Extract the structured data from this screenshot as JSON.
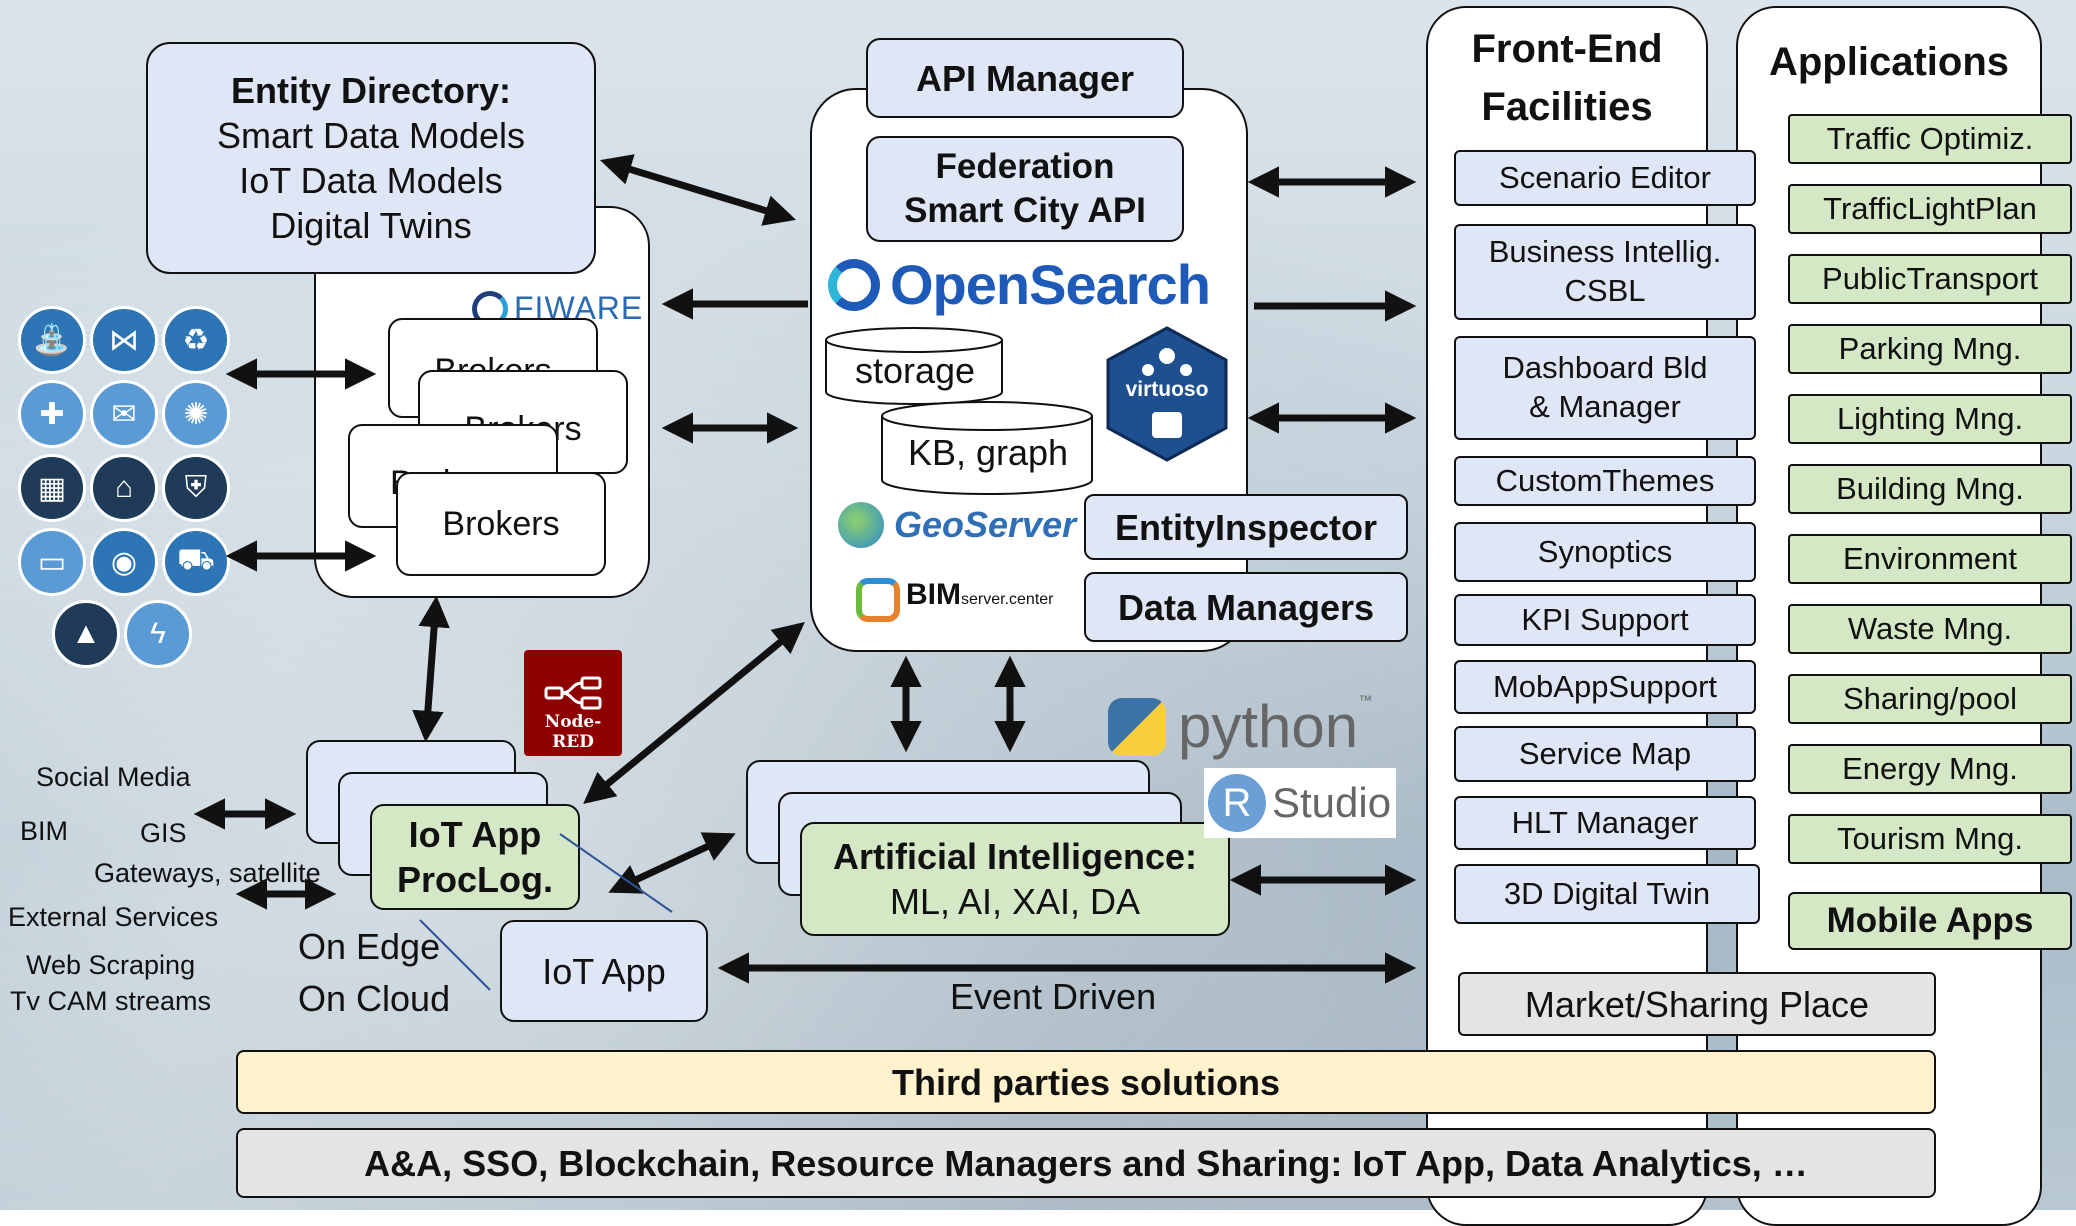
{
  "entity_directory": {
    "title": "Entity Directory:",
    "lines": [
      "Smart Data Models",
      "IoT Data Models",
      "Digital Twins"
    ]
  },
  "fiware_logo": "FIWARE",
  "brokers": [
    "Brokers",
    "Brokers",
    "Brokers",
    "Brokers"
  ],
  "api_manager": "API Manager",
  "federation": [
    "Federation",
    "Smart City API"
  ],
  "opensearch_logo": "OpenSearch",
  "storage": "storage",
  "kb_graph": "KB, graph",
  "virtuoso_logo": "virtuoso",
  "geoserver_logo": "GeoServer",
  "bim_logo": {
    "main": "BIM",
    "sub": "server.center"
  },
  "entity_inspector": "EntityInspector",
  "data_managers": "Data Managers",
  "frontend": {
    "title": [
      "Front-End",
      "Facilities"
    ],
    "items": [
      "Scenario Editor",
      "Business Intellig.\nCSBL",
      "Dashboard Bld\n& Manager",
      "CustomThemes",
      "Synoptics",
      "KPI Support",
      "MobAppSupport",
      "Service Map",
      "HLT Manager",
      "3D Digital Twin"
    ]
  },
  "applications": {
    "title": "Applications",
    "items": [
      "Traffic Optimiz.",
      "TrafficLightPlan",
      "PublicTransport",
      "Parking Mng.",
      "Lighting Mng.",
      "Building Mng.",
      "Environment",
      "Waste Mng.",
      "Sharing/pool",
      "Energy Mng.",
      "Tourism Mng."
    ],
    "mobile": "Mobile Apps"
  },
  "market_place": "Market/Sharing  Place",
  "third_parties": "Third parties solutions",
  "bottom_bar": "A&A, SSO, Blockchain, Resource Managers and Sharing: IoT App, Data Analytics, …",
  "node_red_logo": "Node-RED",
  "iot_app_proclog": [
    "IoT App",
    "ProcLog."
  ],
  "iot_app": "IoT App",
  "on_edge": "On Edge",
  "on_cloud": "On Cloud",
  "event_driven": "Event Driven",
  "ai_box": {
    "title": "Artificial Intelligence:",
    "sub": "ML, AI, XAI, DA"
  },
  "python_logo": "python",
  "python_tm": "™",
  "rstudio_logo": {
    "r": "R",
    "text": "Studio"
  },
  "sources": {
    "social_media": "Social Media",
    "bim": "BIM",
    "gis": "GIS",
    "gateways": "Gateways, satellite",
    "external": "External Services",
    "web_scraping": "Web Scraping",
    "tv_cam": "Tv CAM streams"
  },
  "icons": [
    "tap-icon",
    "network-icon",
    "recycle-icon",
    "medical-icon",
    "chat-icon",
    "bulb-icon",
    "building-icon",
    "home-icon",
    "shield-icon",
    "laptop-icon",
    "camera-icon",
    "car-icon",
    "graduation-icon",
    "lightning-icon"
  ],
  "colors": {
    "blue_box": "#dfe6f6",
    "green_box": "#d5e8c6",
    "yellow_bar": "#fff2cc",
    "grey_bar": "#e4e4e4",
    "icon_blue": "#2e75b6",
    "icon_dark": "#1f3b57"
  }
}
